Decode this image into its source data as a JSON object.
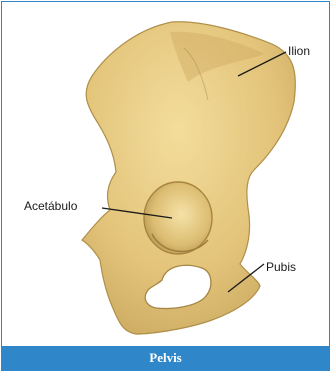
{
  "labels": {
    "ilion": "Ilion",
    "acetabulo": "Acetábulo",
    "pubis": "Pubis"
  },
  "caption": "Pelvis",
  "colors": {
    "frame_border": "#2f86c8",
    "caption_bg": "#2f86c8",
    "bone_fill": "#e6c97f",
    "bone_shade": "#b89b52"
  }
}
